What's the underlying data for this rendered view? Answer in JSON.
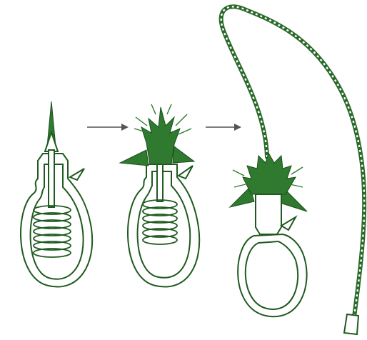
{
  "figure": {
    "stages": [
      {
        "id": "coiled-inside-capsule"
      },
      {
        "id": "everting-spines"
      },
      {
        "id": "tubule-fully-discharged"
      }
    ],
    "arrows": [
      {
        "from": "coiled-inside-capsule",
        "to": "everting-spines"
      },
      {
        "from": "everting-spines",
        "to": "tubule-fully-discharged"
      }
    ],
    "colors": {
      "line": "#1f5a1f",
      "spines": "#2f7a2f",
      "arrow": "#555555",
      "background": "#ffffff"
    }
  }
}
